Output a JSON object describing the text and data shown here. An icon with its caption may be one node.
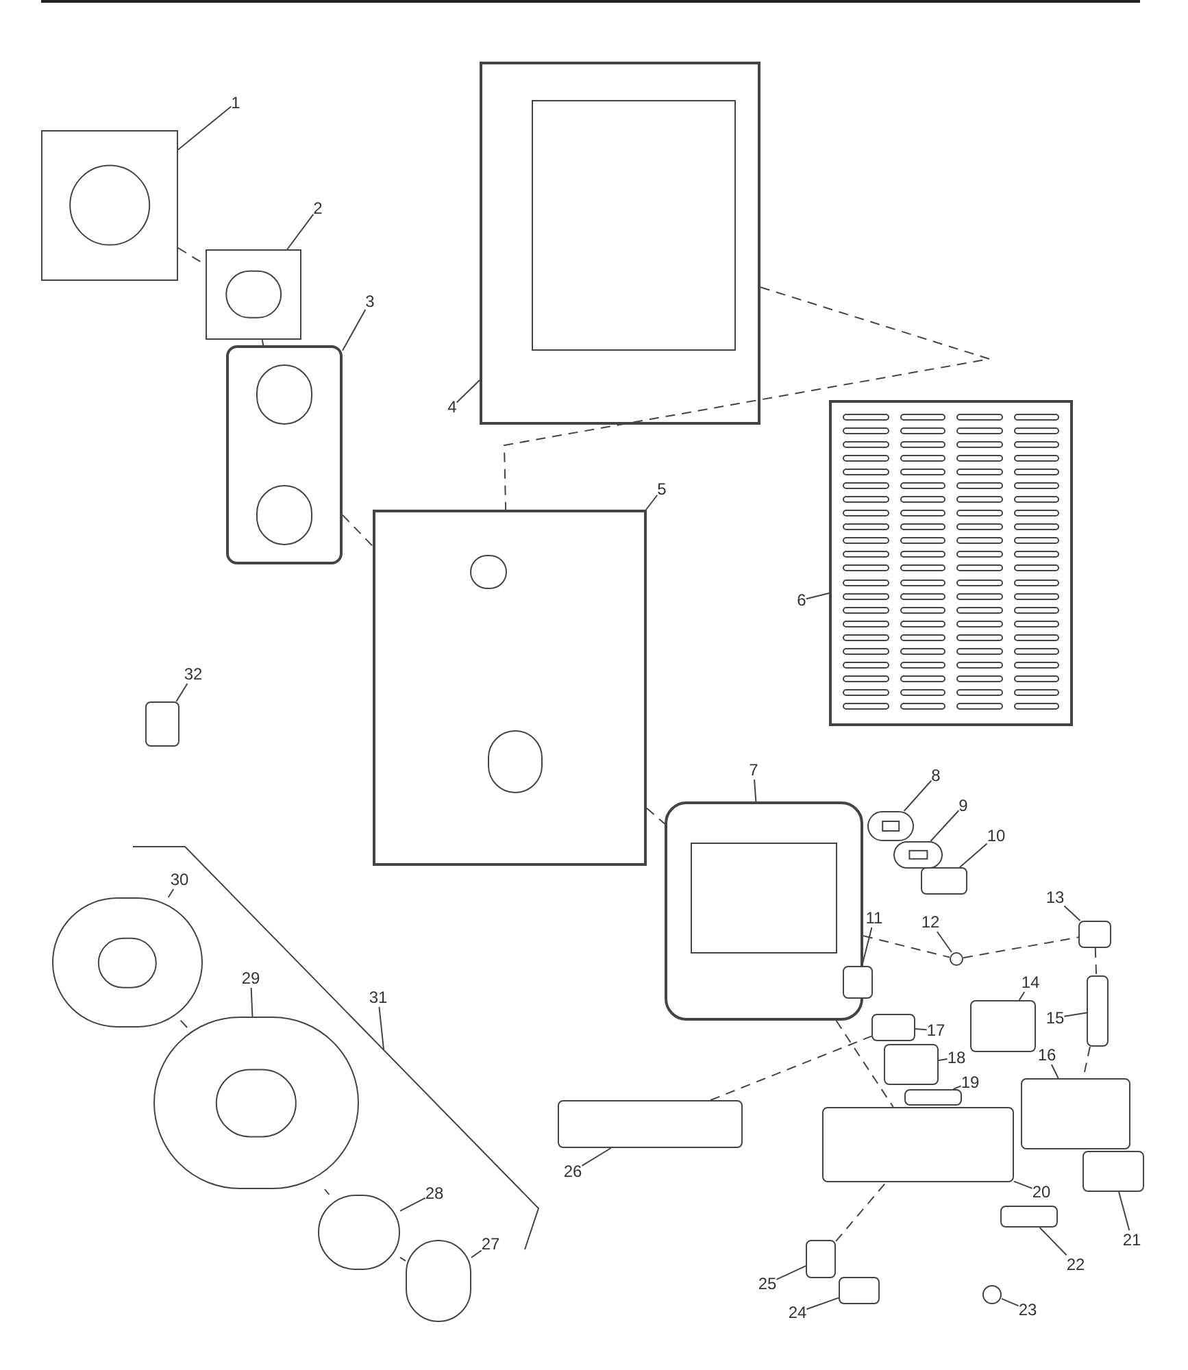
{
  "diagram": {
    "nodes": [
      {
        "text": [
          "1"
        ]
      },
      {
        "text": [
          "2"
        ]
      },
      {
        "text": [
          "3"
        ]
      },
      {
        "text": [
          "4"
        ]
      },
      {
        "text": [
          "5"
        ]
      },
      {
        "text": [
          "6"
        ]
      },
      {
        "text": [
          "7"
        ]
      },
      {
        "text": [
          "8"
        ]
      },
      {
        "text": [
          "9"
        ]
      },
      {
        "text": [
          "10"
        ]
      },
      {
        "text": [
          "11"
        ]
      },
      {
        "text": [
          "12"
        ]
      },
      {
        "text": [
          "13"
        ]
      },
      {
        "text": [
          "14"
        ]
      },
      {
        "text": [
          "15"
        ]
      },
      {
        "text": [
          "16"
        ]
      },
      {
        "text": [
          "17"
        ]
      },
      {
        "text": [
          "18"
        ]
      },
      {
        "text": [
          "19"
        ]
      },
      {
        "text": [
          "20"
        ]
      },
      {
        "text": [
          "21"
        ]
      },
      {
        "text": [
          "22"
        ]
      },
      {
        "text": [
          "23"
        ]
      },
      {
        "text": [
          "24"
        ]
      },
      {
        "text": [
          "25"
        ]
      },
      {
        "text": [
          "26"
        ]
      },
      {
        "text": [
          "27"
        ]
      },
      {
        "text": [
          "28"
        ]
      },
      {
        "text": [
          "29"
        ]
      },
      {
        "text": [
          "30"
        ]
      },
      {
        "text": [
          "31"
        ]
      },
      {
        "text": [
          "32"
        ]
      },
      {
        "text": [],
        "shape": "picture"
      },
      {
        "text": [],
        "shape": "picture"
      },
      {
        "text": [],
        "shape": "picture"
      },
      {
        "text": [],
        "shape": "picture"
      },
      {
        "text": [],
        "shape": "picture"
      },
      {
        "text": [],
        "shape": "picture"
      },
      {
        "text": [],
        "shape": "picture"
      },
      {
        "text": [],
        "shape": "picture"
      },
      {
        "text": [],
        "shape": "picture"
      },
      {
        "text": [],
        "shape": "box"
      },
      {
        "text": [],
        "shape": "box"
      },
      {
        "text": [],
        "shape": "circle"
      },
      {
        "text": [],
        "shape": "box"
      },
      {
        "text": [],
        "shape": "box"
      },
      {
        "text": [],
        "shape": "box"
      },
      {
        "text": [],
        "shape": "box"
      },
      {
        "text": [],
        "shape": "box"
      },
      {
        "text": [],
        "shape": "box"
      },
      {
        "text": [],
        "shape": "box"
      },
      {
        "text": [],
        "shape": "box"
      },
      {
        "text": [],
        "shape": "box"
      },
      {
        "text": [],
        "shape": "box"
      },
      {
        "text": [],
        "shape": "circle"
      },
      {
        "text": [],
        "shape": "box"
      },
      {
        "text": [],
        "shape": "box"
      },
      {
        "text": [],
        "shape": "box"
      },
      {
        "text": [],
        "shape": "circle"
      },
      {
        "text": [],
        "shape": "circle"
      },
      {
        "text": [],
        "shape": "picture"
      },
      {
        "text": [],
        "shape": "picture"
      },
      {
        "text": [],
        "shape": "box"
      }
    ],
    "edges": [
      {
        "from": 0,
        "to": 32,
        "arrow": "none"
      },
      {
        "from": 1,
        "to": 33,
        "arrow": "none"
      },
      {
        "from": 2,
        "to": 34,
        "arrow": "none"
      },
      {
        "from": 3,
        "to": 35,
        "arrow": "none"
      },
      {
        "from": 4,
        "to": 36,
        "arrow": "none"
      },
      {
        "from": 5,
        "to": 37,
        "arrow": "none"
      },
      {
        "from": 6,
        "to": 38,
        "arrow": "none"
      },
      {
        "from": 7,
        "to": 39,
        "arrow": "none"
      },
      {
        "from": 8,
        "to": 40,
        "arrow": "none"
      },
      {
        "from": 9,
        "to": 41,
        "arrow": "none"
      },
      {
        "from": 10,
        "to": 42,
        "arrow": "none"
      },
      {
        "from": 11,
        "to": 43,
        "arrow": "none"
      },
      {
        "from": 12,
        "to": 44,
        "arrow": "none"
      },
      {
        "from": 13,
        "to": 45,
        "arrow": "none"
      },
      {
        "from": 14,
        "to": 46,
        "arrow": "none"
      },
      {
        "from": 15,
        "to": 47,
        "arrow": "none"
      },
      {
        "from": 16,
        "to": 48,
        "arrow": "none"
      },
      {
        "from": 17,
        "to": 49,
        "arrow": "none"
      },
      {
        "from": 18,
        "to": 50,
        "arrow": "none"
      },
      {
        "from": 19,
        "to": 51,
        "arrow": "none"
      },
      {
        "from": 20,
        "to": 52,
        "arrow": "none"
      },
      {
        "from": 21,
        "to": 53,
        "arrow": "none"
      },
      {
        "from": 22,
        "to": 54,
        "arrow": "none"
      },
      {
        "from": 23,
        "to": 55,
        "arrow": "none"
      },
      {
        "from": 24,
        "to": 56,
        "arrow": "none"
      },
      {
        "from": 25,
        "to": 57,
        "arrow": "none"
      },
      {
        "from": 26,
        "to": 58,
        "arrow": "none"
      },
      {
        "from": 27,
        "to": 59,
        "arrow": "none"
      },
      {
        "from": 28,
        "to": 60,
        "arrow": "none"
      },
      {
        "from": 29,
        "to": 61,
        "arrow": "none"
      },
      {
        "from": 30,
        "to": null,
        "arrow": "none"
      },
      {
        "from": 31,
        "to": 62,
        "arrow": "none"
      },
      {
        "from": 61,
        "to": 60,
        "arrow": "none",
        "style": "dashed"
      },
      {
        "from": 60,
        "to": 59,
        "arrow": "none",
        "style": "dashed"
      },
      {
        "from": 59,
        "to": 58,
        "arrow": "none",
        "style": "dashed"
      },
      {
        "from": 32,
        "to": 33,
        "arrow": "none",
        "style": "dashed"
      },
      {
        "from": 33,
        "to": 34,
        "arrow": "none",
        "style": "dashed"
      },
      {
        "from": 34,
        "to": 36,
        "arrow": "none",
        "style": "dashed"
      },
      {
        "from": 36,
        "to": 38,
        "arrow": "none",
        "style": "dashed"
      },
      {
        "from": 38,
        "to": 51,
        "arrow": "none",
        "style": "dashed"
      },
      {
        "from": 35,
        "to": 36,
        "arrow": "none",
        "style": "dashed"
      },
      {
        "from": 38,
        "to": 43,
        "arrow": "none",
        "style": "dashed"
      },
      {
        "from": 43,
        "to": 44,
        "arrow": "none",
        "style": "dashed"
      },
      {
        "from": 44,
        "to": 46,
        "arrow": "none",
        "style": "dashed"
      },
      {
        "from": 46,
        "to": 47,
        "arrow": "none",
        "style": "dashed"
      },
      {
        "from": 57,
        "to": 48,
        "arrow": "none",
        "style": "dashed"
      },
      {
        "from": 56,
        "to": 51,
        "arrow": "none",
        "style": "dashed"
      }
    ]
  }
}
